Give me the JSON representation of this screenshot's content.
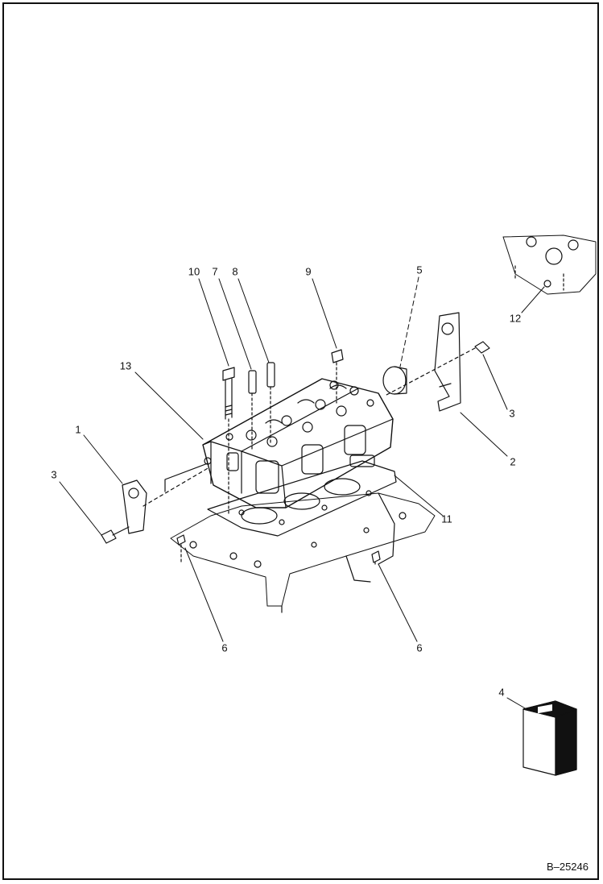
{
  "callouts": {
    "c1": "1",
    "c2": "2",
    "c3a": "3",
    "c3b": "3",
    "c4": "4",
    "c5": "5",
    "c6a": "6",
    "c6b": "6",
    "c7": "7",
    "c8": "8",
    "c9": "9",
    "c10": "10",
    "c11": "11",
    "c12": "12",
    "c13": "13"
  },
  "reference": "B–25246",
  "colors": {
    "ink": "#111111",
    "paper": "#ffffff"
  }
}
